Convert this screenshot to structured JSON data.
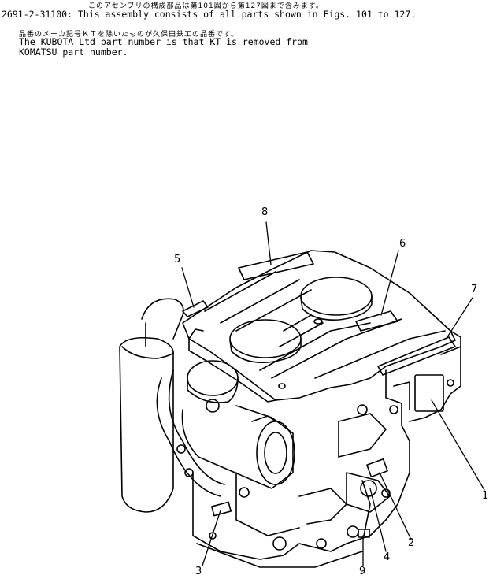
{
  "header": {
    "line1_jp": "このアセンブリの構成部品は第101図から第127図まで含みます。",
    "line2": "2691-2-31100: This assembly consists of all parts shown in Figs. 101 to 127.",
    "note_jp": "品番のメーカ記号ＫＴを除いたものが久保田鉄工の品番です。",
    "note_en_1": "The KUBOTA Ltd part number is that KT is removed from",
    "note_en_2": "KOMATSU part number."
  },
  "callouts": [
    "1",
    "2",
    "3",
    "4",
    "5",
    "6",
    "7",
    "8",
    "9"
  ]
}
